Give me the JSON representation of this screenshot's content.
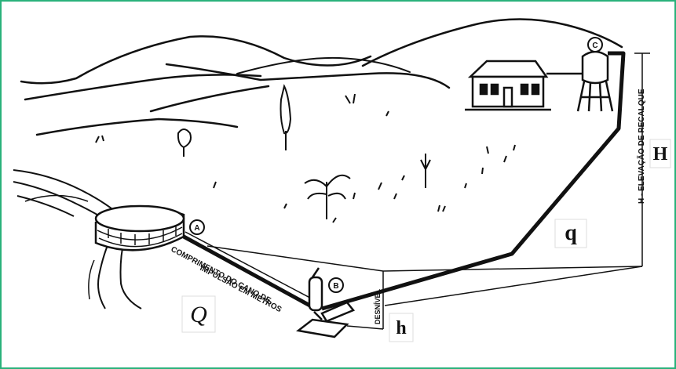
{
  "diagram": {
    "frame_color": "#2ab27b",
    "ink_color": "#111111",
    "points": {
      "a": "A",
      "b": "B",
      "c": "C"
    },
    "labels": {
      "pipe_length": "COMPRIMENTO DO CANO DE IMPULSÃO EM METROS",
      "pipe_length_line1": "COMPRIMENTO DO CANO DE",
      "pipe_length_line2": "IMPULSÃO EM METROS",
      "elevation": "H - ELEVAÇÃO DE RECALQUE",
      "desnivel": "DESNÍVEL",
      "flow_source": "Q",
      "flow_delivered": "q",
      "height_big": "H",
      "height_small": "h"
    }
  }
}
